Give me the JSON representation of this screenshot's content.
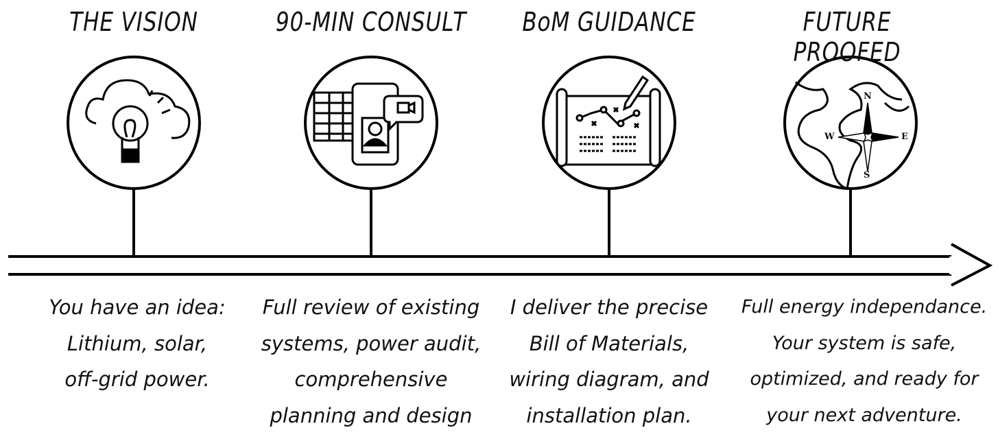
{
  "steps": [
    {
      "title": "THE VISION",
      "icon": "lightbulb-cloud-icon",
      "lines": [
        "You have an idea:",
        "Lithium, solar,",
        "off-grid power."
      ]
    },
    {
      "title": "90-MIN CONSULT",
      "icon": "video-consult-icon",
      "lines": [
        "Full review of existing",
        "systems, power audit,",
        "comprehensive",
        "planning and design"
      ]
    },
    {
      "title": "BoM GUIDANCE",
      "icon": "blueprint-icon",
      "lines": [
        "I deliver the precise",
        "Bill of Materials,",
        "wiring diagram, and",
        "installation plan."
      ]
    },
    {
      "title": "FUTURE PROOFED",
      "icon": "globe-compass-icon",
      "compass": {
        "n": "N",
        "e": "E",
        "s": "S",
        "w": "W"
      },
      "lines": [
        "Full energy independance.",
        "Your system is safe,",
        "optimized, and ready for",
        "your next adventure."
      ]
    }
  ]
}
